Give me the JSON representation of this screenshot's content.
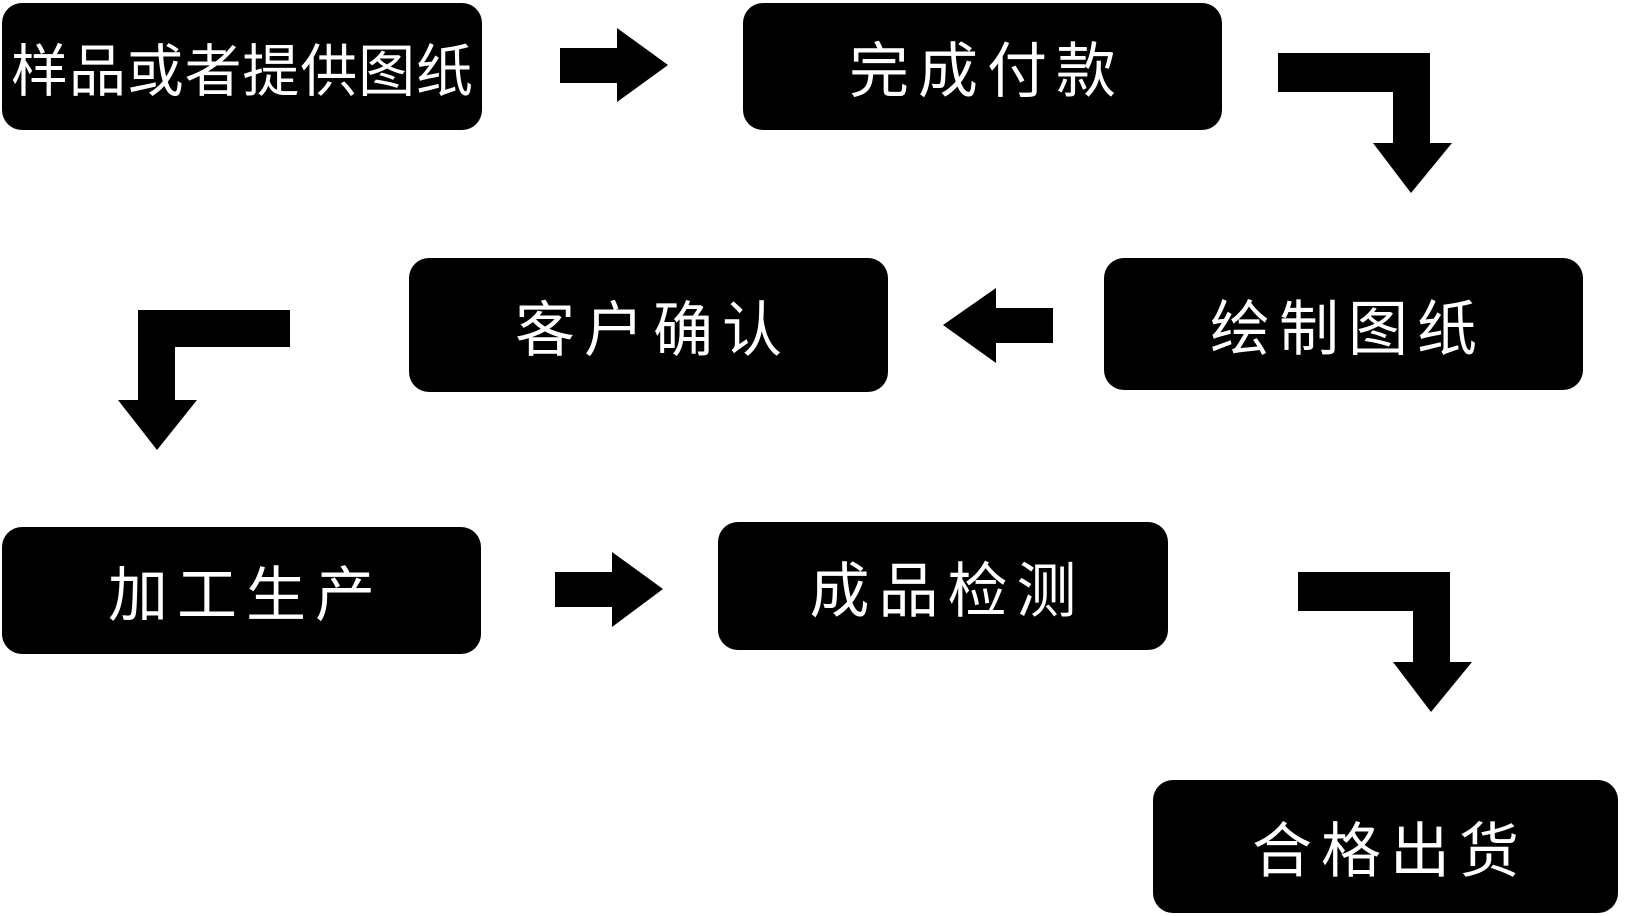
{
  "diagram": {
    "type": "flowchart",
    "background_color": "#ffffff",
    "node_fill_color": "#000000",
    "node_text_color": "#ffffff",
    "arrow_color": "#000000",
    "nodes": [
      {
        "id": "sample-or-drawing",
        "label": "样品或者提供图纸"
      },
      {
        "id": "complete-payment",
        "label": "完成付款"
      },
      {
        "id": "draw-drawings",
        "label": "绘制图纸"
      },
      {
        "id": "customer-confirm",
        "label": "客户确认"
      },
      {
        "id": "processing-production",
        "label": "加工生产"
      },
      {
        "id": "finished-inspection",
        "label": "成品检测"
      },
      {
        "id": "qualified-shipment",
        "label": "合格出货"
      }
    ],
    "edges": [
      {
        "from": "sample-or-drawing",
        "to": "complete-payment",
        "shape": "straight-right"
      },
      {
        "from": "complete-payment",
        "to": "draw-drawings",
        "shape": "elbow-right-down"
      },
      {
        "from": "draw-drawings",
        "to": "customer-confirm",
        "shape": "straight-left"
      },
      {
        "from": "customer-confirm",
        "to": "processing-production",
        "shape": "elbow-left-down"
      },
      {
        "from": "processing-production",
        "to": "finished-inspection",
        "shape": "straight-right"
      },
      {
        "from": "finished-inspection",
        "to": "qualified-shipment",
        "shape": "elbow-right-down"
      }
    ]
  }
}
